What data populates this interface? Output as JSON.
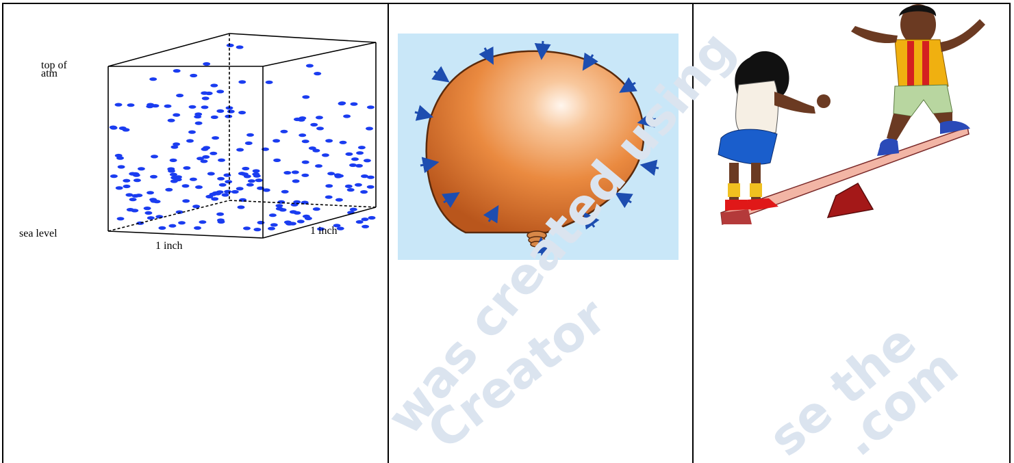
{
  "cells": [
    {
      "figure": "atmosphere-column",
      "labels": {
        "top": "top of atm",
        "top_line1": "top of",
        "top_line2": "atm",
        "bottom": "sea level",
        "width": "1 inch",
        "depth": "1 inch"
      },
      "colors": {
        "molecule": "#1a3cf0",
        "edge": "#000000"
      }
    },
    {
      "figure": "balloon-under-pressure",
      "colors": {
        "background": "#c9e7f8",
        "balloon": "#e8843c",
        "arrow": "#1d4db0"
      }
    },
    {
      "figure": "children-on-seesaw",
      "colors": {
        "board": "#f0b0a0",
        "fulcrum": "#a41818",
        "shirt": "#f0b010"
      }
    }
  ],
  "watermark": {
    "lines": [
      "was created using",
      "Creator",
      "se the",
      ".com"
    ],
    "color": "#dbe4ef"
  }
}
